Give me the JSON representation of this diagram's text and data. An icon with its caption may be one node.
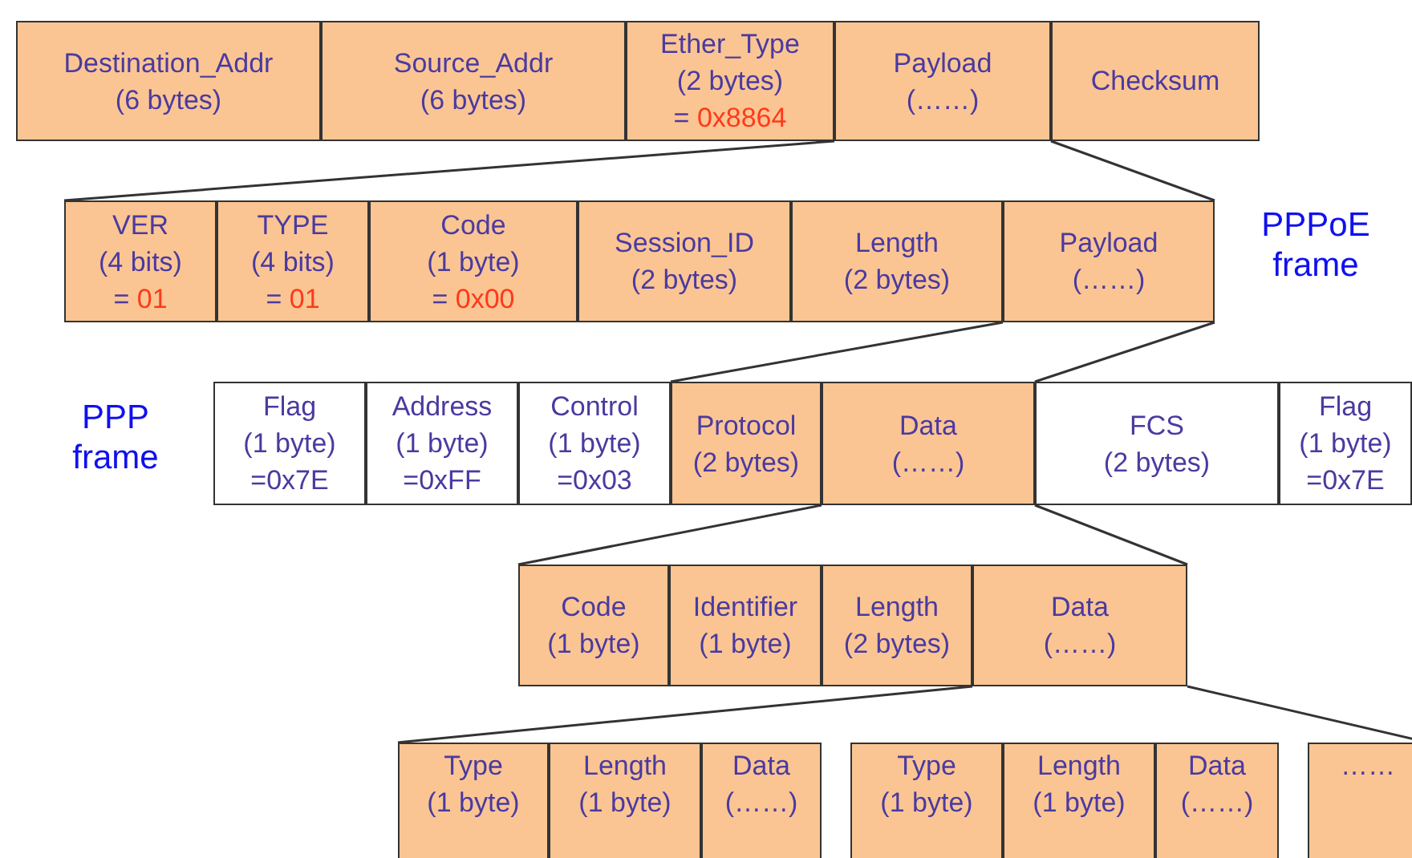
{
  "diagram": {
    "nodes": [
      {
        "text": [
          "Destination_Addr",
          "(6 bytes)"
        ]
      },
      {
        "text": [
          "Source_Addr",
          "(6 bytes)"
        ]
      },
      {
        "text": [
          "Ether_Type",
          "(2 bytes)",
          "= 0x8864"
        ]
      },
      {
        "text": [
          "Payload",
          "(……)"
        ]
      },
      {
        "text": [
          "Checksum"
        ]
      },
      {
        "text": [
          "VER",
          "(4 bits)",
          "= 01"
        ]
      },
      {
        "text": [
          "TYPE",
          "(4 bits)",
          "= 01"
        ]
      },
      {
        "text": [
          "Code",
          "(1 byte)",
          "= 0x00"
        ]
      },
      {
        "text": [
          "Session_ID",
          "(2 bytes)"
        ]
      },
      {
        "text": [
          "Length",
          "(2 bytes)"
        ]
      },
      {
        "text": [
          "Payload",
          "(……)"
        ]
      },
      {
        "text": [
          "Flag",
          "(1 byte)",
          "=0x7E"
        ]
      },
      {
        "text": [
          "Address",
          "(1 byte)",
          "=0xFF"
        ]
      },
      {
        "text": [
          "Control",
          "(1 byte)",
          "=0x03"
        ]
      },
      {
        "text": [
          "Protocol",
          "(2 bytes)"
        ]
      },
      {
        "text": [
          "Data",
          "(……)"
        ]
      },
      {
        "text": [
          "FCS",
          "(2 bytes)"
        ]
      },
      {
        "text": [
          "Flag",
          "(1 byte)",
          "=0x7E"
        ]
      },
      {
        "text": [
          "Code",
          "(1 byte)"
        ]
      },
      {
        "text": [
          "Identifier",
          "(1 byte)"
        ]
      },
      {
        "text": [
          "Length",
          "(2 bytes)"
        ]
      },
      {
        "text": [
          "Data",
          "(……)"
        ]
      },
      {
        "text": [
          "Type",
          "(1 byte)"
        ]
      },
      {
        "text": [
          "Length",
          "(1 byte)"
        ]
      },
      {
        "text": [
          "Data",
          "(……)"
        ]
      },
      {
        "text": [
          "Type",
          "(1 byte)"
        ]
      },
      {
        "text": [
          "Length",
          "(1 byte)"
        ]
      },
      {
        "text": [
          "Data",
          "(……)"
        ]
      },
      {
        "text": [
          "……"
        ]
      }
    ],
    "edges": [
      {
        "from": 3,
        "to": 5,
        "arrow": "none"
      },
      {
        "from": 3,
        "to": 10,
        "arrow": "none"
      },
      {
        "from": 10,
        "to": 14,
        "arrow": "none"
      },
      {
        "from": 10,
        "to": 15,
        "arrow": "none"
      },
      {
        "from": 15,
        "to": 18,
        "arrow": "none"
      },
      {
        "from": 15,
        "to": 21,
        "arrow": "none"
      },
      {
        "from": 21,
        "to": 22,
        "arrow": "none"
      },
      {
        "from": 21,
        "to": 28,
        "arrow": "none"
      }
    ],
    "labels": [
      "PPPoE frame",
      "PPP frame"
    ]
  }
}
